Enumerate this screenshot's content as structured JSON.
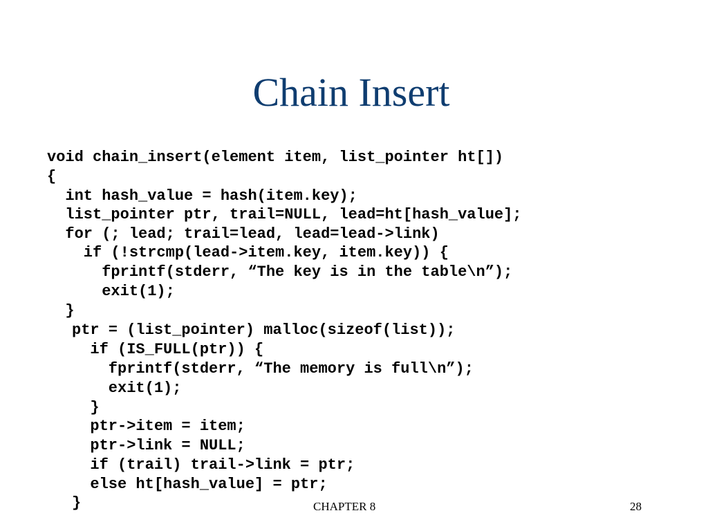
{
  "slide": {
    "title": "Chain Insert",
    "code_lines": [
      "void chain_insert(element item, list_pointer ht[])",
      "{",
      "  int hash_value = hash(item.key);",
      "  list_pointer ptr, trail=NULL, lead=ht[hash_value];",
      "  for (; lead; trail=lead, lead=lead->link)",
      "    if (!strcmp(lead->item.key, item.key)) {",
      "      fprintf(stderr, “The key is in the table\\n”);",
      "      exit(1);",
      "  }",
      "ptr = (list_pointer) malloc(sizeof(list));",
      "  if (IS_FULL(ptr)) {",
      "    fprintf(stderr, “The memory is full\\n”);",
      "    exit(1);",
      "  }",
      "  ptr->item = item;",
      "  ptr->link = NULL;",
      "  if (trail) trail->link = ptr;",
      "  else ht[hash_value] = ptr;",
      "}"
    ],
    "footer": {
      "chapter": "CHAPTER 8",
      "page": "28"
    }
  }
}
